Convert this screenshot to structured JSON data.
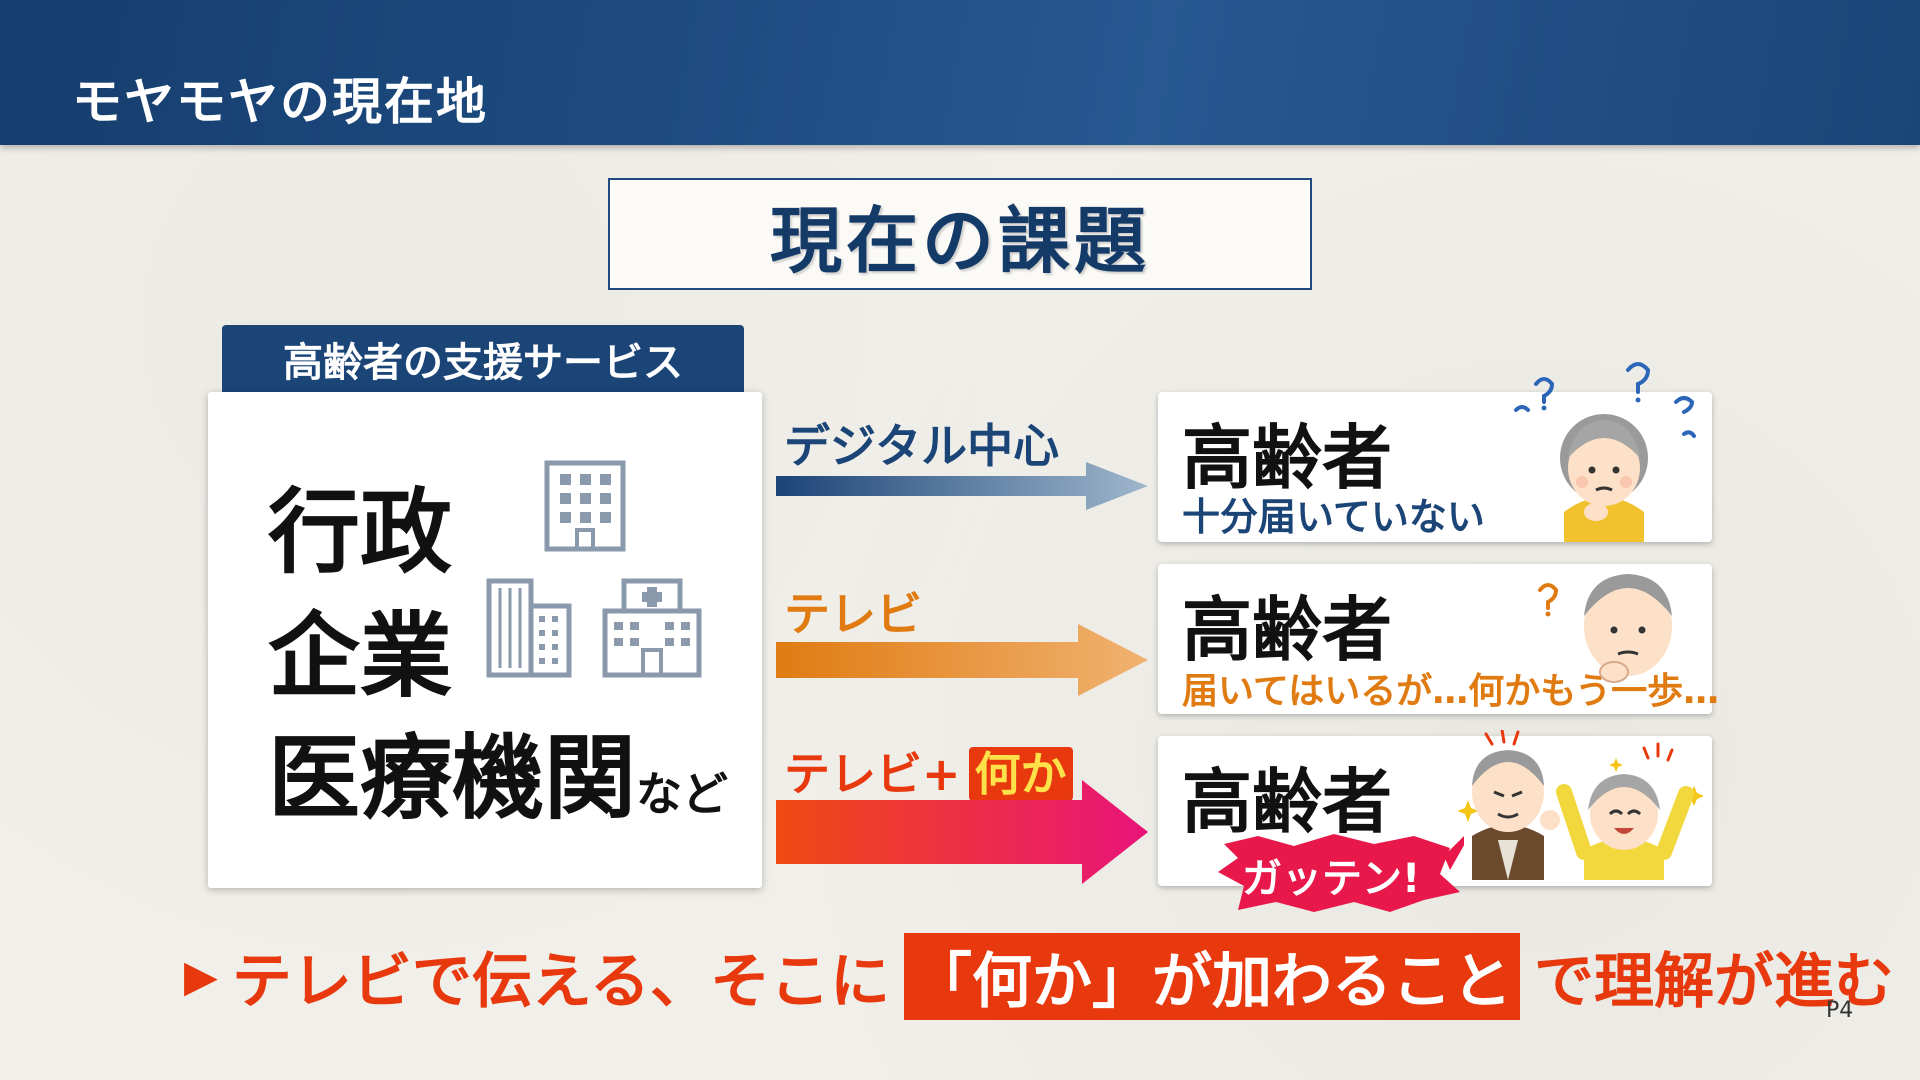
{
  "header": {
    "title": "モヤモヤの現在地"
  },
  "topic": {
    "title": "現在の課題"
  },
  "services": {
    "tab_label": "高齢者の支援サービス",
    "orgs": [
      "行政",
      "企業",
      "医療機関"
    ],
    "orgs_suffix": "など"
  },
  "channels": [
    {
      "label": "デジタル中心",
      "color": "#1b4477"
    },
    {
      "label": "テレビ",
      "color": "#e07b12"
    },
    {
      "label_prefix": "テレビ+",
      "label_highlight": "何か",
      "color": "#e8380d"
    }
  ],
  "results": [
    {
      "title": "高齢者",
      "sub": "十分届いていない",
      "sub_color": "#1b4477"
    },
    {
      "title": "高齢者",
      "sub": "届いてはいるが…何かもう一歩…",
      "sub_color": "#e07b12"
    },
    {
      "title": "高齢者",
      "burst": "ガッテン!"
    }
  ],
  "conclusion": {
    "marker": "▶",
    "before": "テレビで伝える、そこに",
    "highlight": "「何か」が加わること",
    "after": "で理解が進む"
  },
  "page": {
    "number": "P4"
  },
  "icons": [
    "government-building-icon",
    "office-buildings-icon",
    "hospital-icon"
  ]
}
